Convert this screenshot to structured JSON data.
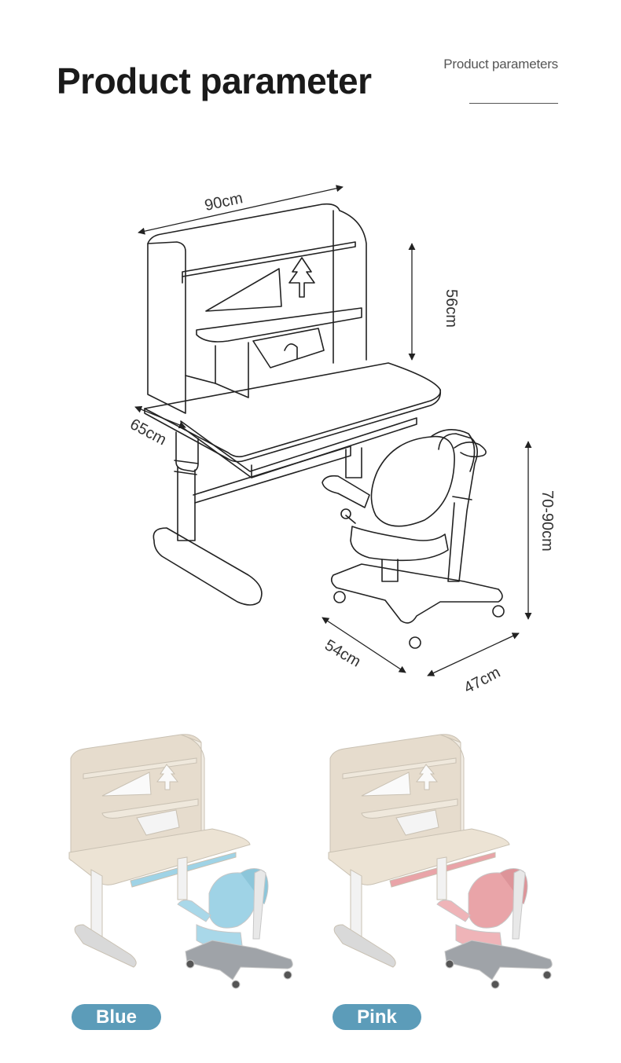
{
  "header": {
    "title": "Product parameter",
    "subtitle": "Product parameters"
  },
  "dimensions": {
    "width": "90cm",
    "hutch_height": "56cm",
    "desk_depth": "65cm",
    "chair_height": "70-90cm",
    "chair_depth": "54cm",
    "chair_width": "47cm"
  },
  "variants": [
    {
      "label": "Blue",
      "accent": "#9fd3e6"
    },
    {
      "label": "Pink",
      "accent": "#e9a4a8"
    }
  ],
  "colors": {
    "pill": "#5c9cb9",
    "wood": "#e6dccd"
  }
}
